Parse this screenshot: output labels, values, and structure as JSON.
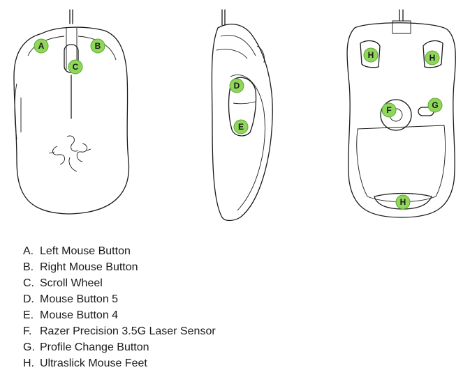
{
  "callouts": {
    "a": "A",
    "b": "B",
    "c": "C",
    "d": "D",
    "e": "E",
    "f": "F",
    "g": "G",
    "h1": "H",
    "h2": "H",
    "h3": "H"
  },
  "legend": [
    {
      "letter": "A.",
      "text": "Left Mouse Button"
    },
    {
      "letter": "B.",
      "text": "Right Mouse Button"
    },
    {
      "letter": "C.",
      "text": "Scroll Wheel"
    },
    {
      "letter": "D.",
      "text": "Mouse Button 5"
    },
    {
      "letter": "E.",
      "text": "Mouse Button 4"
    },
    {
      "letter": "F.",
      "text": "Razer Precision 3.5G Laser Sensor"
    },
    {
      "letter": "G.",
      "text": "Profile Change Button"
    },
    {
      "letter": "H.",
      "text": "Ultraslick Mouse Feet"
    }
  ],
  "colors": {
    "callout_fill": "#8fd65a",
    "line": "#1a1a1a",
    "background": "#ffffff"
  }
}
